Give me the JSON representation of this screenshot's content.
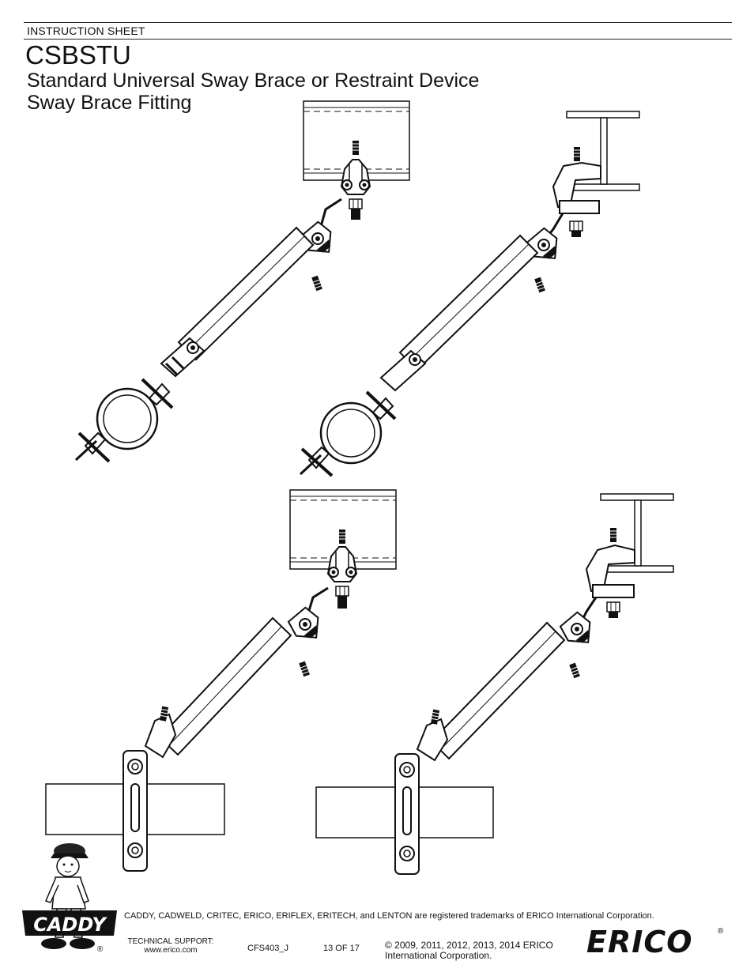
{
  "header": {
    "sheet_label": "INSTRUCTION SHEET",
    "product_code": "CSBSTU",
    "subtitle_line1": "Standard Universal Sway Brace or Restraint Device",
    "subtitle_line2": "Sway Brace Fitting"
  },
  "footer": {
    "trademark_notice": "CADDY, CADWELD, CRITEC, ERICO, ERIFLEX, ERITECH, and LENTON are registered trademarks of ERICO International Corporation.",
    "tech_support_label": "TECHNICAL SUPPORT:",
    "tech_support_url": "www.erico.com",
    "doc_code": "CFS403_J",
    "page_number": "13 OF 17",
    "copyright_line1": "© 2009, 2011, 2012, 2013, 2014 ERICO",
    "copyright_line2": "International Corporation.",
    "caddy_logo_text": "CADDY",
    "erico_logo_text": "ERICO",
    "registered_mark": "®"
  },
  "figures": [
    {
      "name": "concrete-mount-pipe-ring",
      "mount": "concrete",
      "clamp": "ring"
    },
    {
      "name": "beam-mount-pipe-ring",
      "mount": "beam",
      "clamp": "ring"
    },
    {
      "name": "concrete-mount-strut-clamp",
      "mount": "concrete",
      "clamp": "strut"
    },
    {
      "name": "beam-mount-strut-clamp",
      "mount": "beam",
      "clamp": "strut"
    }
  ]
}
